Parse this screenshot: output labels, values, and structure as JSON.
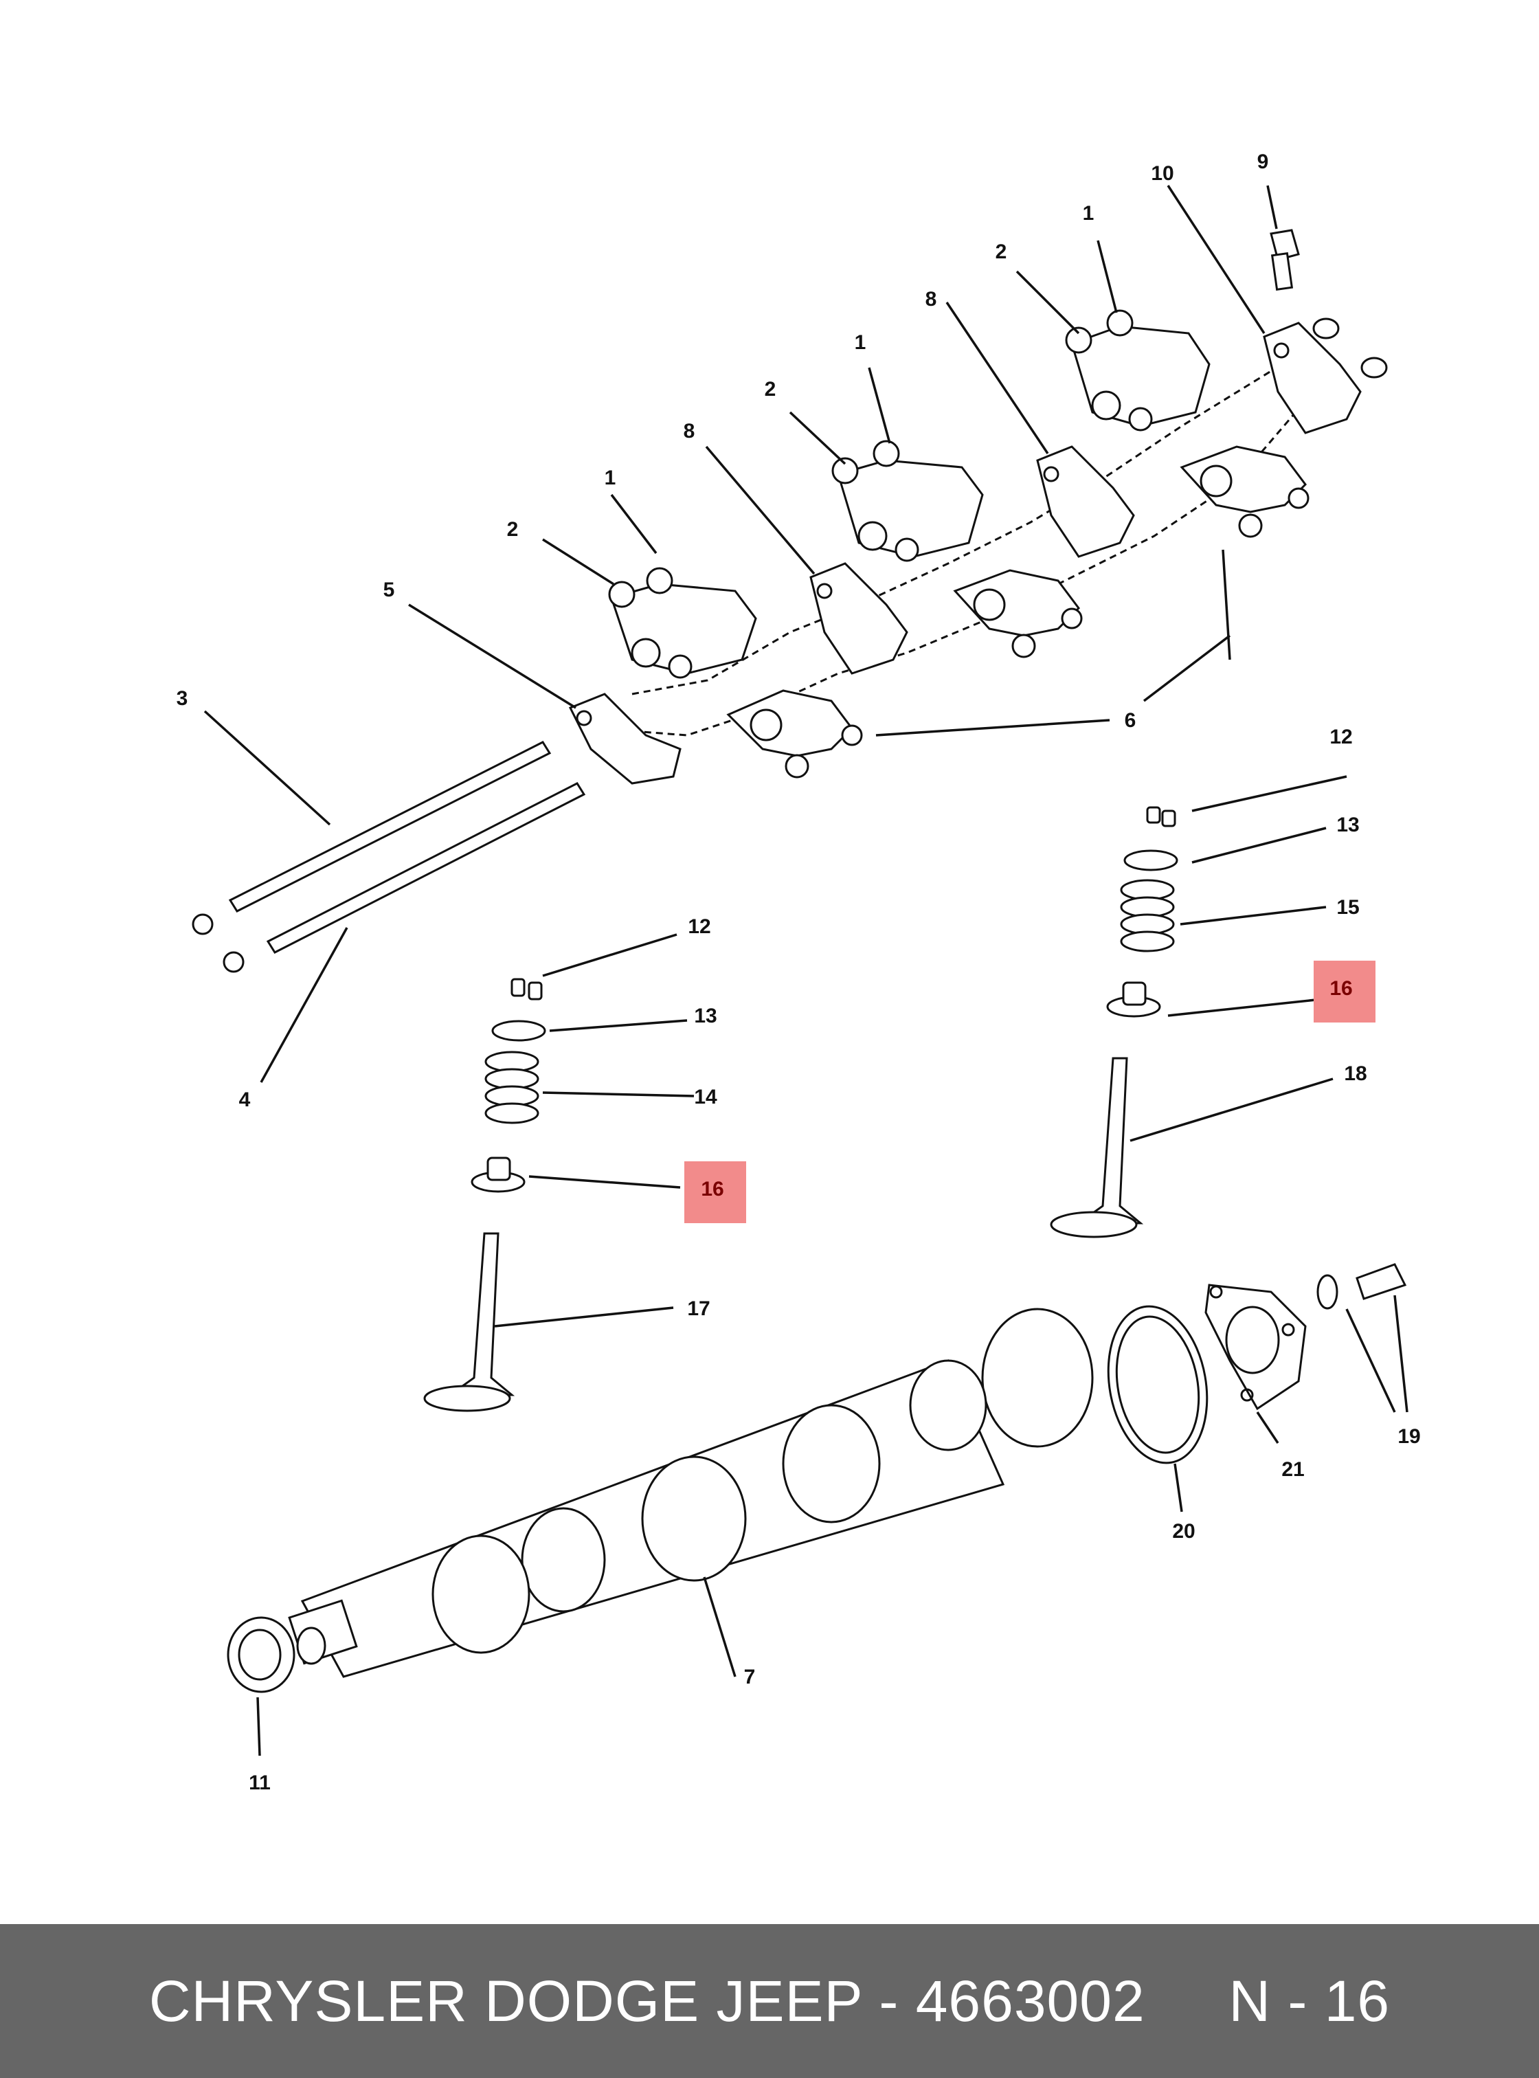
{
  "callouts": {
    "c1a": "1",
    "c1b": "1",
    "c1c": "1",
    "c2a": "2",
    "c2b": "2",
    "c2c": "2",
    "c3": "3",
    "c4": "4",
    "c5": "5",
    "c6": "6",
    "c7": "7",
    "c8a": "8",
    "c8b": "8",
    "c9": "9",
    "c10": "10",
    "c11": "11",
    "c12a": "12",
    "c12b": "12",
    "c13a": "13",
    "c13b": "13",
    "c14": "14",
    "c15": "15",
    "c16a": "16",
    "c16b": "16",
    "c17": "17",
    "c18": "18",
    "c19": "19",
    "c20": "20",
    "c21": "21"
  },
  "highlight": {
    "color": "#f28b8b",
    "part_number": "16"
  },
  "footer": {
    "text": "CHRYSLER DODGE JEEP - 4663002     N - 16",
    "background": "#666666"
  }
}
